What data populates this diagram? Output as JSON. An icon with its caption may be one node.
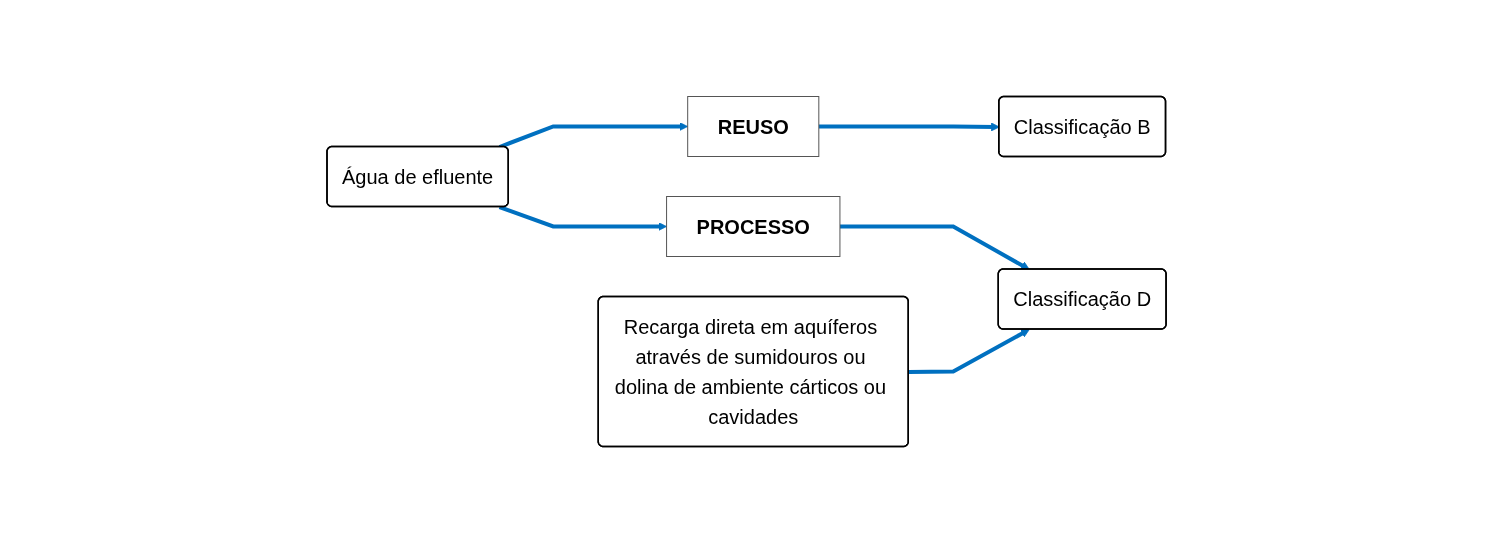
{
  "diagram": {
    "nodes": [
      {
        "text": [
          "Água de efluente"
        ]
      },
      {
        "text": [
          "REUSO"
        ]
      },
      {
        "text": [
          "PROCESSO"
        ]
      },
      {
        "text": [
          "Classificação B"
        ]
      },
      {
        "text": [
          "Classificação D"
        ]
      },
      {
        "text": [
          "Recarga direta em aquíferos através de sumidouros ou dolina de ambiente cárticos ou cavidades"
        ]
      }
    ],
    "edges": [
      {
        "from": 0,
        "to": 1,
        "arrow": "to"
      },
      {
        "from": 0,
        "to": 2,
        "arrow": "to"
      },
      {
        "from": 1,
        "to": 3,
        "arrow": "to"
      },
      {
        "from": 2,
        "to": 4,
        "arrow": "to"
      },
      {
        "from": 5,
        "to": 4,
        "arrow": "to"
      }
    ]
  }
}
